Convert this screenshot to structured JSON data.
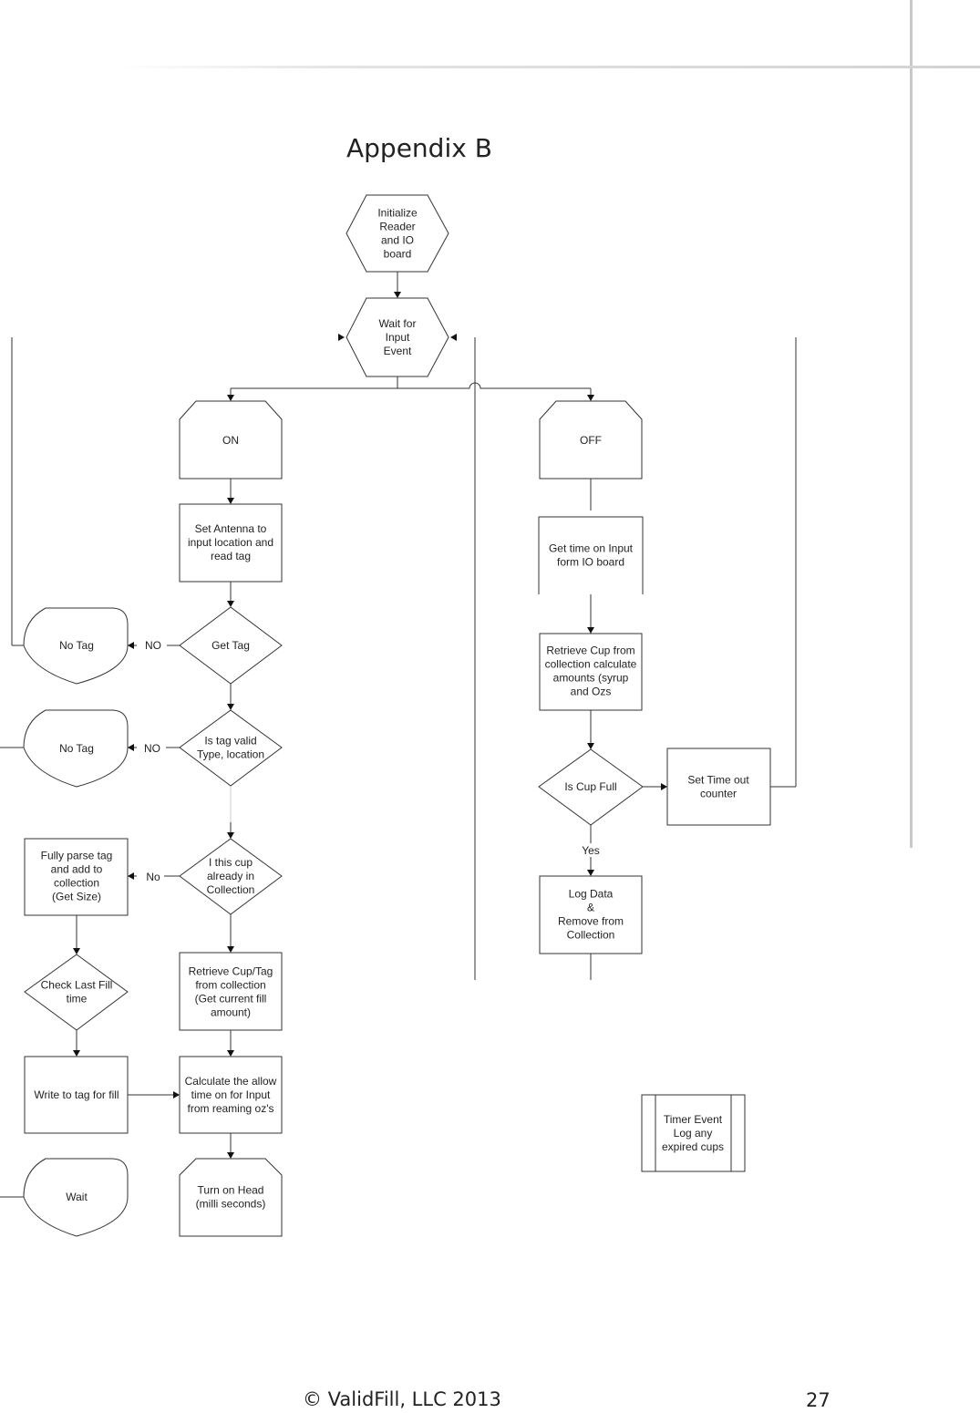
{
  "page": {
    "heading": "Appendix B",
    "footer": "© ValidFill, LLC 2013",
    "page_number": "27"
  },
  "flowchart": {
    "init": [
      "Initialize",
      "Reader",
      "and IO",
      "board"
    ],
    "wait_input": [
      "Wait for",
      "Input",
      "Event"
    ],
    "on": [
      "ON"
    ],
    "off": [
      "OFF"
    ],
    "set_antenna": [
      "Set Antenna to",
      "input location and",
      "read tag"
    ],
    "get_time": [
      "Get time on Input",
      "form IO board"
    ],
    "get_tag": [
      "Get Tag"
    ],
    "no_tag_1": [
      "No Tag"
    ],
    "retrieve_cup": [
      "Retrieve Cup from",
      "collection calculate",
      "amounts (syrup",
      "and Ozs"
    ],
    "is_tag_valid": [
      "Is tag valid",
      "Type, location"
    ],
    "no_tag_2": [
      "No Tag"
    ],
    "is_cup_full": [
      "Is Cup Full"
    ],
    "set_timeout": [
      "Set Time out",
      "counter"
    ],
    "in_collection": [
      "I this cup",
      "already in",
      "Collection"
    ],
    "parse_tag": [
      "Fully parse tag",
      "and add to",
      "collection",
      "(Get Size)"
    ],
    "log_data": [
      "Log Data",
      "&",
      "Remove from",
      "Collection"
    ],
    "check_last_fill": [
      "Check Last Fill",
      "time"
    ],
    "retrieve_cup_tag": [
      "Retrieve Cup/Tag",
      "from collection",
      "(Get current fill",
      "amount)"
    ],
    "write_tag": [
      "Write to tag  for fill"
    ],
    "calculate": [
      "Calculate the allow",
      "time on for Input",
      "from  reaming oz's"
    ],
    "timer_event": [
      "Timer Event",
      "Log any",
      "expired cups"
    ],
    "wait": [
      "Wait"
    ],
    "turn_on_head": [
      "Turn on Head",
      "(milli seconds)"
    ],
    "label_no_1": "NO",
    "label_no_2": "NO",
    "label_no_3": "No",
    "label_yes": "Yes"
  }
}
